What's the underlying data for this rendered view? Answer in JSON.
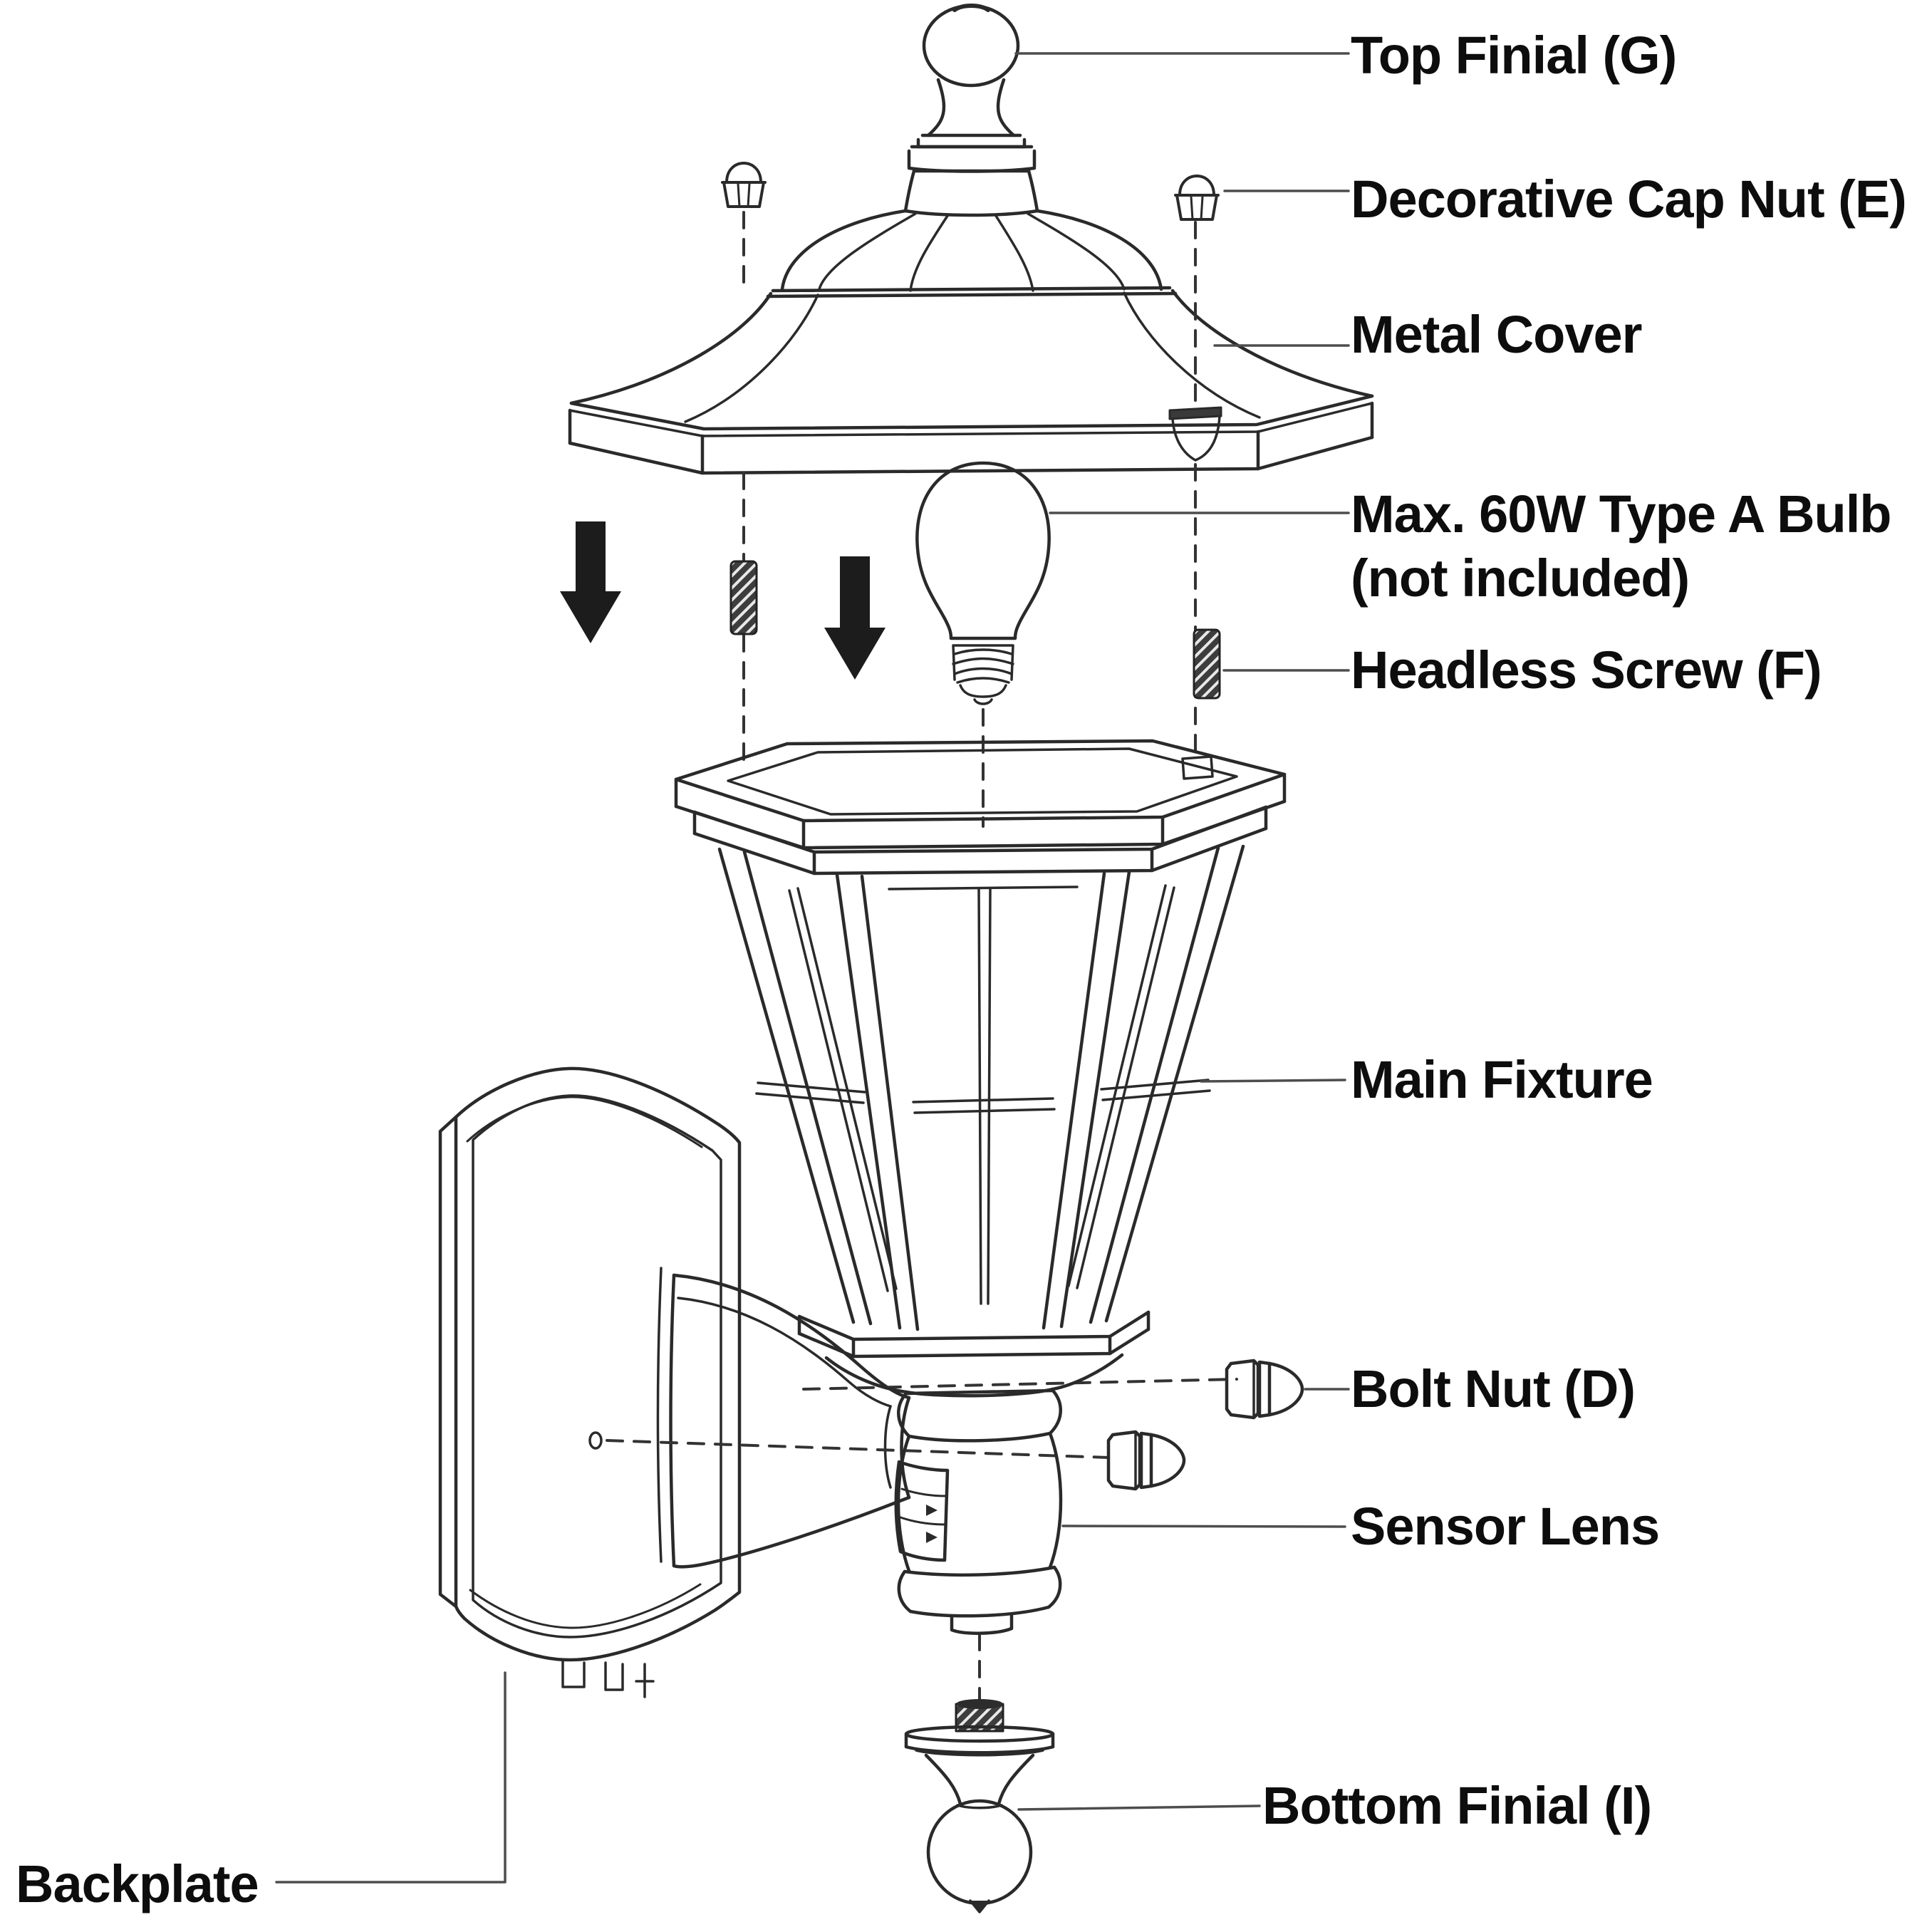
{
  "diagram": {
    "title": "Wall lantern exploded assembly diagram",
    "labels": {
      "top_finial": "Top Finial (G)",
      "decorative_cap_nut": "Decorative Cap Nut (E)",
      "metal_cover": "Metal Cover",
      "bulb_line1": "Max. 60W Type A Bulb",
      "bulb_line2": "(not included)",
      "headless_screw": "Headless Screw (F)",
      "main_fixture": "Main Fixture",
      "bolt_nut": "Bolt Nut (D)",
      "sensor_lens": "Sensor Lens",
      "bottom_finial": "Bottom Finial (I)",
      "backplate": "Backplate"
    },
    "colors": {
      "line": "#2a2a2a",
      "leader": "#4d4d4d",
      "text": "#0d0d0d",
      "dark_fill": "#1c1c1c",
      "background": "#ffffff"
    }
  }
}
